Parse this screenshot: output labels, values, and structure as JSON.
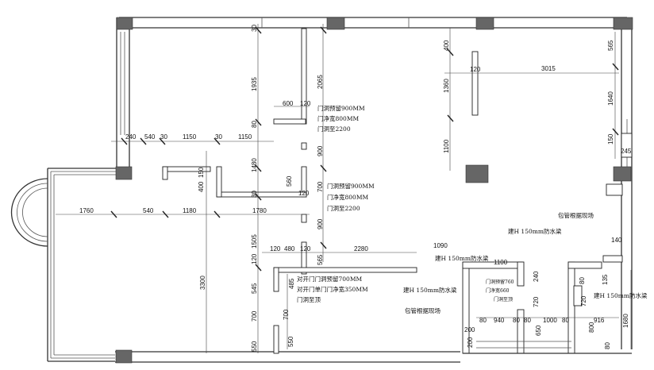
{
  "dims": {
    "d240": "240",
    "d540a": "540",
    "d30a": "30",
    "d1150a": "1150",
    "d30b": "30",
    "d1150b": "1150",
    "d1760": "1760",
    "d540b": "540",
    "d1180": "1180",
    "d1780": "1780",
    "d30v": "30",
    "d1935": "1935",
    "d80a": "80",
    "d1480": "1480",
    "d30c": "30",
    "d1505": "1505",
    "d120a": "120",
    "d545": "545",
    "d700a": "700",
    "d550a": "550",
    "d2065": "2065",
    "d900a": "900",
    "d700b": "700",
    "d900b": "900",
    "d565a": "565",
    "d600": "600",
    "d120b": "120",
    "d560": "560",
    "d150a": "150",
    "d400a": "400",
    "d120c": "120",
    "d120d": "120",
    "d480": "480",
    "d120e": "120",
    "d2280": "2280",
    "d1090": "1090",
    "d485": "485",
    "d3300": "3300",
    "d700c": "700",
    "d550b": "550",
    "d400b": "400",
    "d1360": "1360",
    "d1100a": "1100",
    "d120f": "120",
    "d3015": "3015",
    "d565b": "565",
    "d1640": "1640",
    "d150b": "150",
    "d245": "245",
    "d140": "140",
    "d1100b": "1100",
    "d240b": "240",
    "d720a": "720",
    "d80b": "80",
    "d940": "940",
    "d80c": "80",
    "d80d": "80",
    "d650": "650",
    "d1000": "1000",
    "d80e": "80",
    "d720b": "720",
    "d80f": "80",
    "d135": "135",
    "d200a": "200",
    "d200b": "200",
    "d800": "800",
    "d916": "916",
    "d1680": "1680",
    "d80g": "80"
  },
  "notes": {
    "door1_l1": "门洞预留900MM",
    "door1_l2": "门净宽800MM",
    "door1_l3": "门洞至2200",
    "door2_l1": "门洞预留900MM",
    "door2_l2": "门净宽800MM",
    "door2_l3": "门洞至2200",
    "door3_l1": "对开门门洞预留700MM",
    "door3_l2": "对开门单门门净宽350MM",
    "door3_l3": "门洞至顶",
    "beam1": "建H 150mm防水梁",
    "beam2": "建H 150mm防水梁",
    "beam3": "建H 150mm防水梁",
    "beam4": "建H 150mm防水梁",
    "pipe1": "包管根据现场",
    "pipe2": "包管根据现场",
    "bath1": "门洞预留760",
    "bath2": "门净宽660",
    "bath3": "门洞至顶"
  }
}
